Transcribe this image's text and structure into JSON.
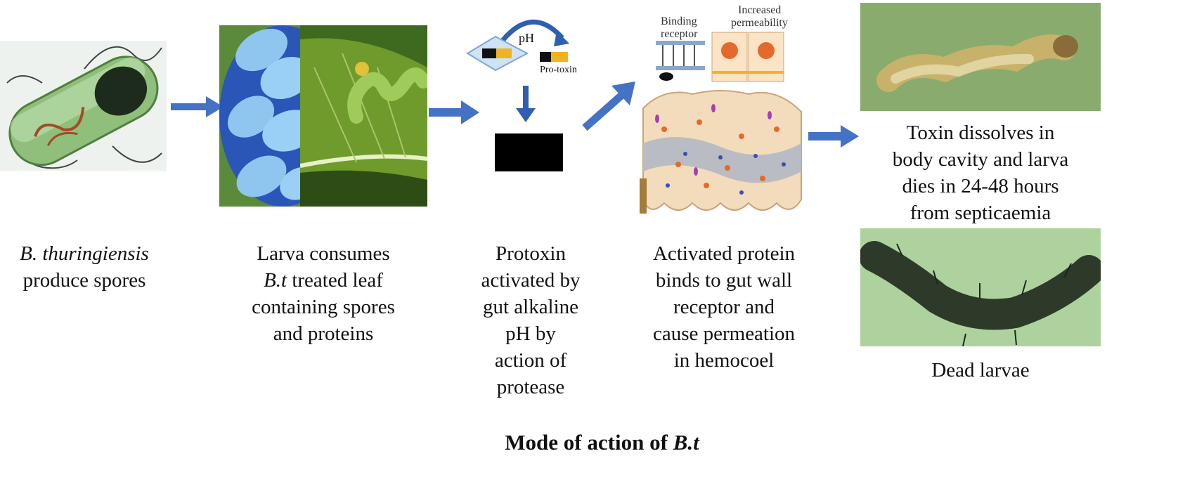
{
  "steps": [
    {
      "id": "spores",
      "caption_italic": "B. thuringiensis",
      "caption_rest": "produce spores"
    },
    {
      "id": "larva",
      "caption_line1": "Larva consumes",
      "caption_italic": "B.t",
      "caption_rest": " treated leaf",
      "caption_line3": "containing spores",
      "caption_line4": "and proteins"
    },
    {
      "id": "activation",
      "caption_lines": [
        "Protoxin",
        "activated by",
        "gut alkaline",
        "pH by",
        "action of",
        "protease"
      ]
    },
    {
      "id": "binding",
      "caption_lines": [
        "Activated protein",
        "binds to gut wall",
        "receptor and",
        "cause permeation",
        "in hemocoel"
      ]
    },
    {
      "id": "death",
      "caption_lines": [
        "Toxin dissolves in",
        "body cavity and larva",
        "dies in 24-48 hours",
        "from septicaemia"
      ],
      "bottom_caption": "Dead larvae"
    }
  ],
  "ph_diagram": {
    "ph_label": "pH",
    "protoxin_label": "Pro-toxin"
  },
  "receptor_diagram": {
    "binding_label_1": "Binding",
    "binding_label_2": "receptor",
    "permeability_label_1": "Increased",
    "permeability_label_2": "permeability"
  },
  "title_main": "Mode of action of ",
  "title_italic": "B.t",
  "colors": {
    "arrow": "#4472c4",
    "leaf": "#6f9a2c",
    "spore_blue": "#2a56b8",
    "gold": "#f0b323",
    "gut_gray": "#b9bcc2",
    "cell_tan": "#f2dcbc"
  }
}
